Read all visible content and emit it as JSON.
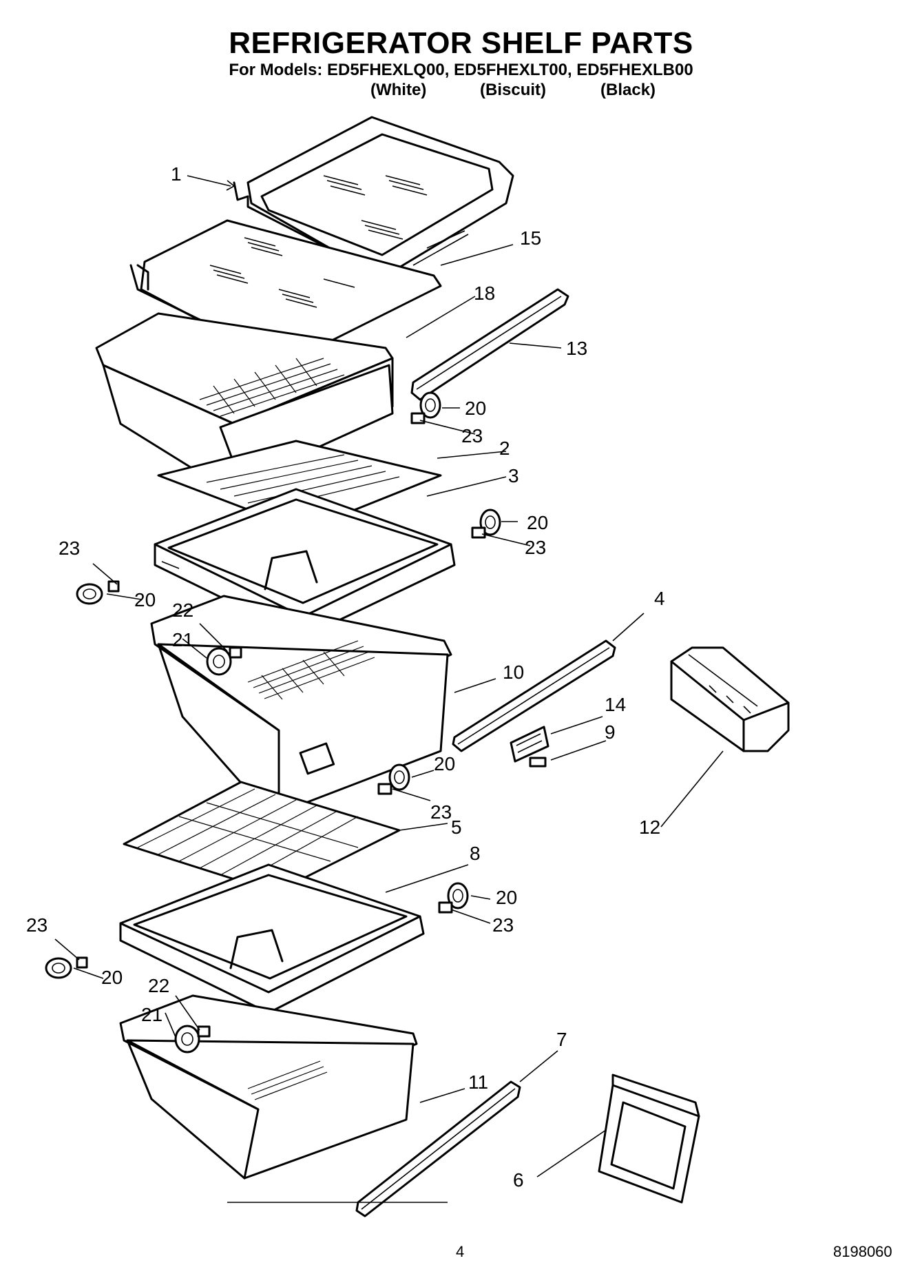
{
  "header": {
    "title": "REFRIGERATOR SHELF PARTS",
    "models": "For Models: ED5FHEXLQ00, ED5FHEXLT00, ED5FHEXLB00",
    "variants": [
      "(White)",
      "(Biscuit)",
      "(Black)"
    ]
  },
  "callouts": {
    "c1": "1",
    "c15": "15",
    "c18": "18",
    "c13": "13",
    "c20a": "20",
    "c23a": "23",
    "c2": "2",
    "c3": "3",
    "c20b": "20",
    "c23b": "23",
    "c23c": "23",
    "c20c": "20",
    "c22a": "22",
    "c21a": "21",
    "c4": "4",
    "c10": "10",
    "c14": "14",
    "c9": "9",
    "c20d": "20",
    "c23d": "23",
    "c5": "5",
    "c12": "12",
    "c8": "8",
    "c20e": "20",
    "c23e": "23",
    "c23f": "23",
    "c20f": "20",
    "c22b": "22",
    "c21b": "21",
    "c11": "11",
    "c7": "7",
    "c6": "6"
  },
  "footer": {
    "page_number": "4",
    "doc_number": "8198060"
  }
}
